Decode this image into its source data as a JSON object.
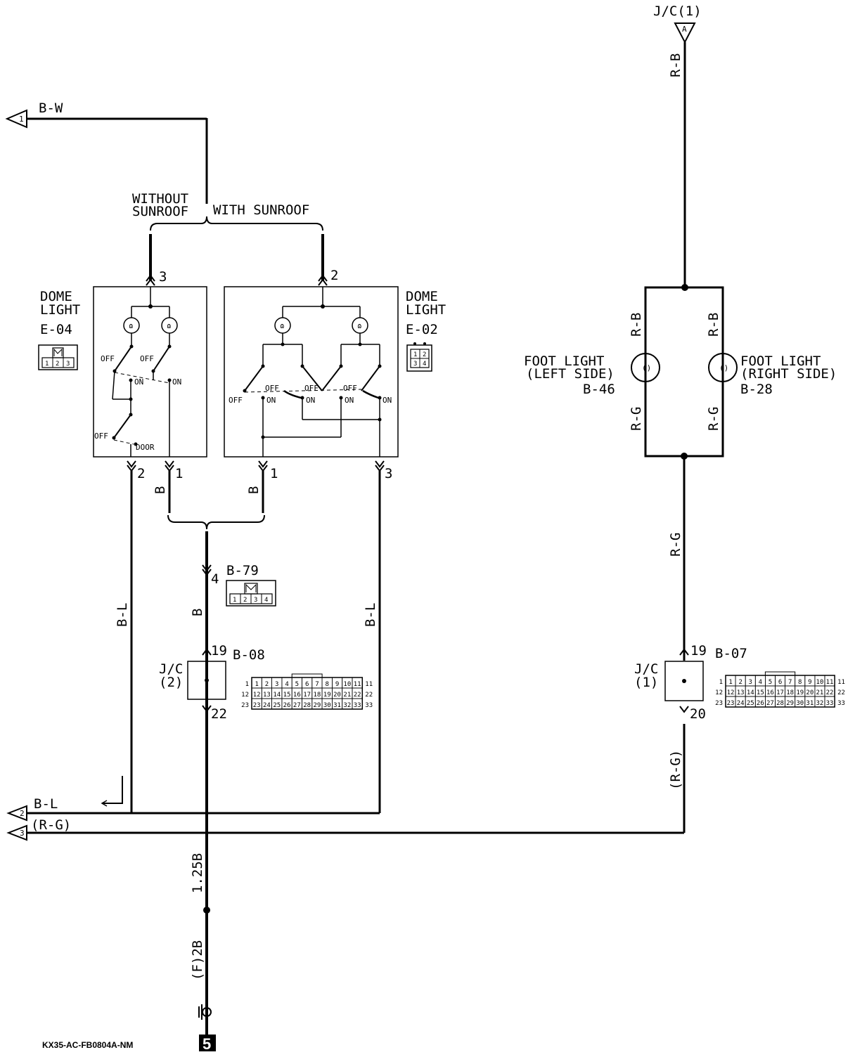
{
  "connectors": {
    "jc1_top": {
      "label": "J/C(1)",
      "arrow_letter": "A"
    },
    "b_w": {
      "num": "1",
      "wire": "B-W"
    },
    "b_l": {
      "num": "2",
      "wire": "B-L"
    },
    "r_g": {
      "num": "3",
      "wire": "(R-G)"
    }
  },
  "sunroof": {
    "without": [
      "WITHOUT",
      "SUNROOF"
    ],
    "with": "WITH SUNROOF"
  },
  "dome_e04": {
    "title": [
      "DOME",
      "LIGHT"
    ],
    "id": "E-04",
    "pin_top": "3",
    "pin_bl": "2",
    "pin_br": "1",
    "conn_pins": [
      "1",
      "2",
      "3"
    ],
    "sw_labels": {
      "off1": "OFF",
      "off2": "OFF",
      "on1": "ON",
      "on2": "ON",
      "off3": "OFF",
      "door": "DOOR"
    }
  },
  "dome_e02": {
    "title": [
      "DOME",
      "LIGHT"
    ],
    "id": "E-02",
    "pin_top": "2",
    "pin_bl": "1",
    "pin_br": "3",
    "conn_pins": [
      "1",
      "2",
      "3",
      "4"
    ],
    "sw_labels": {
      "off_left": "OFF",
      "off_a": "OFF",
      "on_a": "ON",
      "on_b": "ON",
      "off_b": "OFF",
      "off_c": "OFF",
      "on_c": "ON",
      "on_d": "ON"
    }
  },
  "wires": {
    "b_left": "B",
    "b_right": "B",
    "b_mid": "B",
    "bl_left": "B-L",
    "bl_right": "B-L",
    "ground_main": "1.25B",
    "ground_f": "(F)2B",
    "rb_top": "R-B",
    "rb_left": "R-B",
    "rb_right": "R-B",
    "rg_left": "R-G",
    "rg_right": "R-G",
    "rg_mid": "R-G",
    "rg_paren": "(R-G)"
  },
  "b79": {
    "id": "B-79",
    "pin": "4",
    "conn_pins": [
      "1",
      "2",
      "3",
      "4"
    ]
  },
  "jc2": {
    "label": [
      "J/C",
      "(2)"
    ],
    "id": "B-08",
    "pin_in": "19",
    "pin_out": "22"
  },
  "jc1": {
    "label": [
      "J/C",
      "(1)"
    ],
    "id": "B-07",
    "pin_in": "19",
    "pin_out": "20"
  },
  "jc_grid": {
    "rows": [
      [
        "1",
        "2",
        "3",
        "4",
        "5",
        "6",
        "7",
        "8",
        "9",
        "10",
        "11"
      ],
      [
        "12",
        "13",
        "14",
        "15",
        "16",
        "17",
        "18",
        "19",
        "20",
        "21",
        "22"
      ],
      [
        "23",
        "24",
        "25",
        "26",
        "27",
        "28",
        "29",
        "30",
        "31",
        "32",
        "33"
      ]
    ],
    "row_start": [
      "1",
      "12",
      "23"
    ],
    "row_end": [
      "11",
      "22",
      "33"
    ]
  },
  "foot_left": {
    "title": [
      "FOOT LIGHT",
      "(LEFT SIDE)"
    ],
    "id": "B-46"
  },
  "foot_right": {
    "title": [
      "FOOT LIGHT",
      "(RIGHT SIDE)"
    ],
    "id": "B-28"
  },
  "footer": {
    "code": "KX35-AC-FB0804A-NM",
    "page": "5"
  }
}
